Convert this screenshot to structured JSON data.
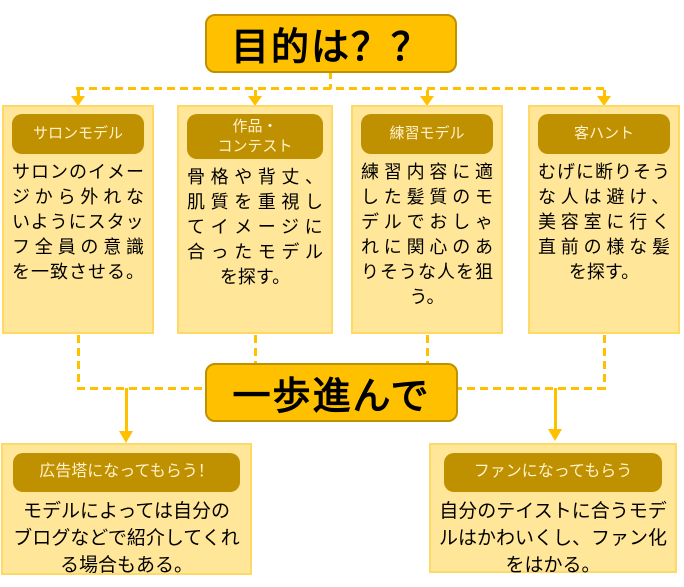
{
  "colors": {
    "gold": "#FFC000",
    "gold_border": "#BF9000",
    "panel_fill": "#FFE699",
    "panel_border": "#FFD966",
    "header_fill": "#BF9000",
    "header_text": "#FFF2CC",
    "body_text": "#000000"
  },
  "title": {
    "label": "目的は？？"
  },
  "columns": [
    {
      "header": "サロンモデル",
      "body_lines": [
        "サロンのイメー",
        "ジから外れな",
        "いようにスタッ",
        "フ全員の意識",
        "を一致させる。"
      ]
    },
    {
      "header": "作品・\nコンテスト",
      "body_lines": [
        "骨格や背丈、",
        "肌質を重視し",
        "てイメージに",
        "合ったモデル",
        "を探す。"
      ]
    },
    {
      "header": "練習モデル",
      "body_lines": [
        "練習内容に適",
        "した髪質のモ",
        "デルでおしゃ",
        "れに関心のあ",
        "りそうな人を狙",
        "う。"
      ]
    },
    {
      "header": "客ハント",
      "body_lines": [
        "むげに断りそう",
        "な人は避け、",
        "美容室に行く",
        "直前の様な髪",
        "を探す。"
      ]
    }
  ],
  "middle": {
    "label": "一歩進んで"
  },
  "bottom": [
    {
      "header": "広告塔になってもらう！",
      "body_lines": [
        "モデルによっては自分の",
        "ブログなどで紹介してくれ",
        "る場合もある。"
      ]
    },
    {
      "header": "ファンになってもらう",
      "body_lines": [
        "自分のテイストに合うモデ",
        "ルはかわいくし、ファン化",
        "をはかる。"
      ]
    }
  ]
}
